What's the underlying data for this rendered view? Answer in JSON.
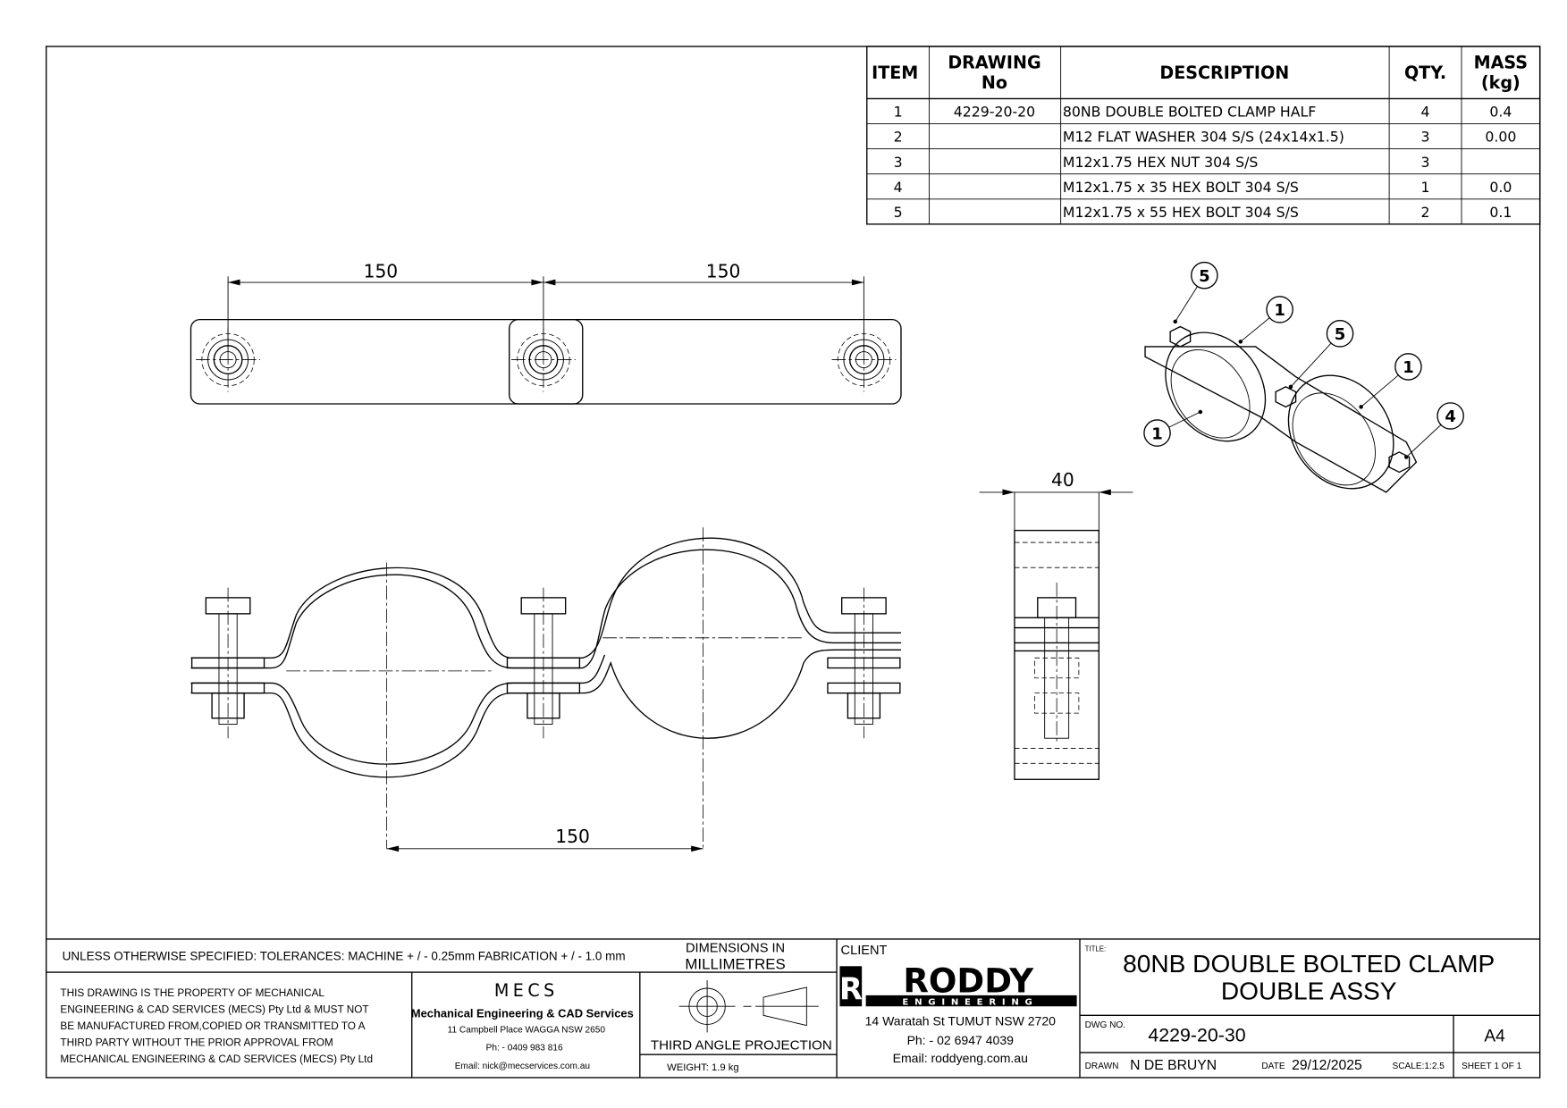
{
  "bom": {
    "headers": {
      "item": "ITEM",
      "drawing_l1": "DRAWING",
      "drawing_l2": "No",
      "description": "DESCRIPTION",
      "qty": "QTY.",
      "mass_l1": "MASS",
      "mass_l2": "(kg)"
    },
    "rows": [
      {
        "item": "1",
        "drawing": "4229-20-20",
        "description": "80NB DOUBLE BOLTED CLAMP HALF",
        "qty": "4",
        "mass": "0.4"
      },
      {
        "item": "2",
        "drawing": "",
        "description": "M12 FLAT WASHER 304 S/S (24x14x1.5)",
        "qty": "3",
        "mass": "0.00"
      },
      {
        "item": "3",
        "drawing": "",
        "description": "M12x1.75 HEX NUT 304 S/S",
        "qty": "3",
        "mass": ""
      },
      {
        "item": "4",
        "drawing": "",
        "description": "M12x1.75 x 35 HEX BOLT 304 S/S",
        "qty": "1",
        "mass": "0.0"
      },
      {
        "item": "5",
        "drawing": "",
        "description": "M12x1.75 x 55 HEX BOLT 304 S/S",
        "qty": "2",
        "mass": "0.1"
      }
    ]
  },
  "dimensions": {
    "top_left": "150",
    "top_right": "150",
    "front_bottom": "150",
    "side_width": "40"
  },
  "balloons": [
    "5",
    "1",
    "5",
    "1",
    "1",
    "4"
  ],
  "title_block": {
    "tolerances": "UNLESS OTHERWISE SPECIFIED: TOLERANCES: MACHINE + / - 0.25mm  FABRICATION + / - 1.0 mm",
    "units_l1": "DIMENSIONS IN",
    "units_l2": "MILLIMETRES",
    "property_notice": [
      "THIS DRAWING IS THE PROPERTY OF MECHANICAL",
      "ENGINEERING & CAD SERVICES (MECS) Pty Ltd & MUST NOT",
      "BE MANUFACTURED FROM,COPIED OR TRANSMITTED TO A",
      "THIRD PARTY WITHOUT THE PRIOR APPROVAL FROM",
      "MECHANICAL ENGINEERING & CAD SERVICES (MECS) Pty Ltd"
    ],
    "mecs": {
      "logo": "MECS",
      "name": "Mechanical Engineering & CAD Services",
      "address": "11 Campbell Place WAGGA NSW 2650",
      "phone": "Ph: - 0409 983 816",
      "email": "Email: nick@mecservices.com.au"
    },
    "projection": "THIRD ANGLE PROJECTION",
    "weight": "WEIGHT: 1.9 kg",
    "client_label": "CLIENT",
    "client": {
      "logo_main": "RODDY",
      "logo_sub": "ENGINEERING",
      "logo_letter": "R",
      "address": "14 Waratah St TUMUT NSW 2720",
      "phone": "Ph: - 02 6947 4039",
      "email": "Email: roddyeng.com.au"
    },
    "title_label": "TITLE:",
    "title_l1": "80NB DOUBLE BOLTED CLAMP",
    "title_l2": "DOUBLE ASSY",
    "dwg_label": "DWG NO.",
    "dwg_no": "4229-20-30",
    "size": "A4",
    "drawn_label": "DRAWN",
    "drawn": "N DE BRUYN",
    "date_label": "DATE",
    "date": "29/12/2025",
    "scale": "SCALE:1:2.5",
    "sheet": "SHEET 1 OF 1"
  }
}
